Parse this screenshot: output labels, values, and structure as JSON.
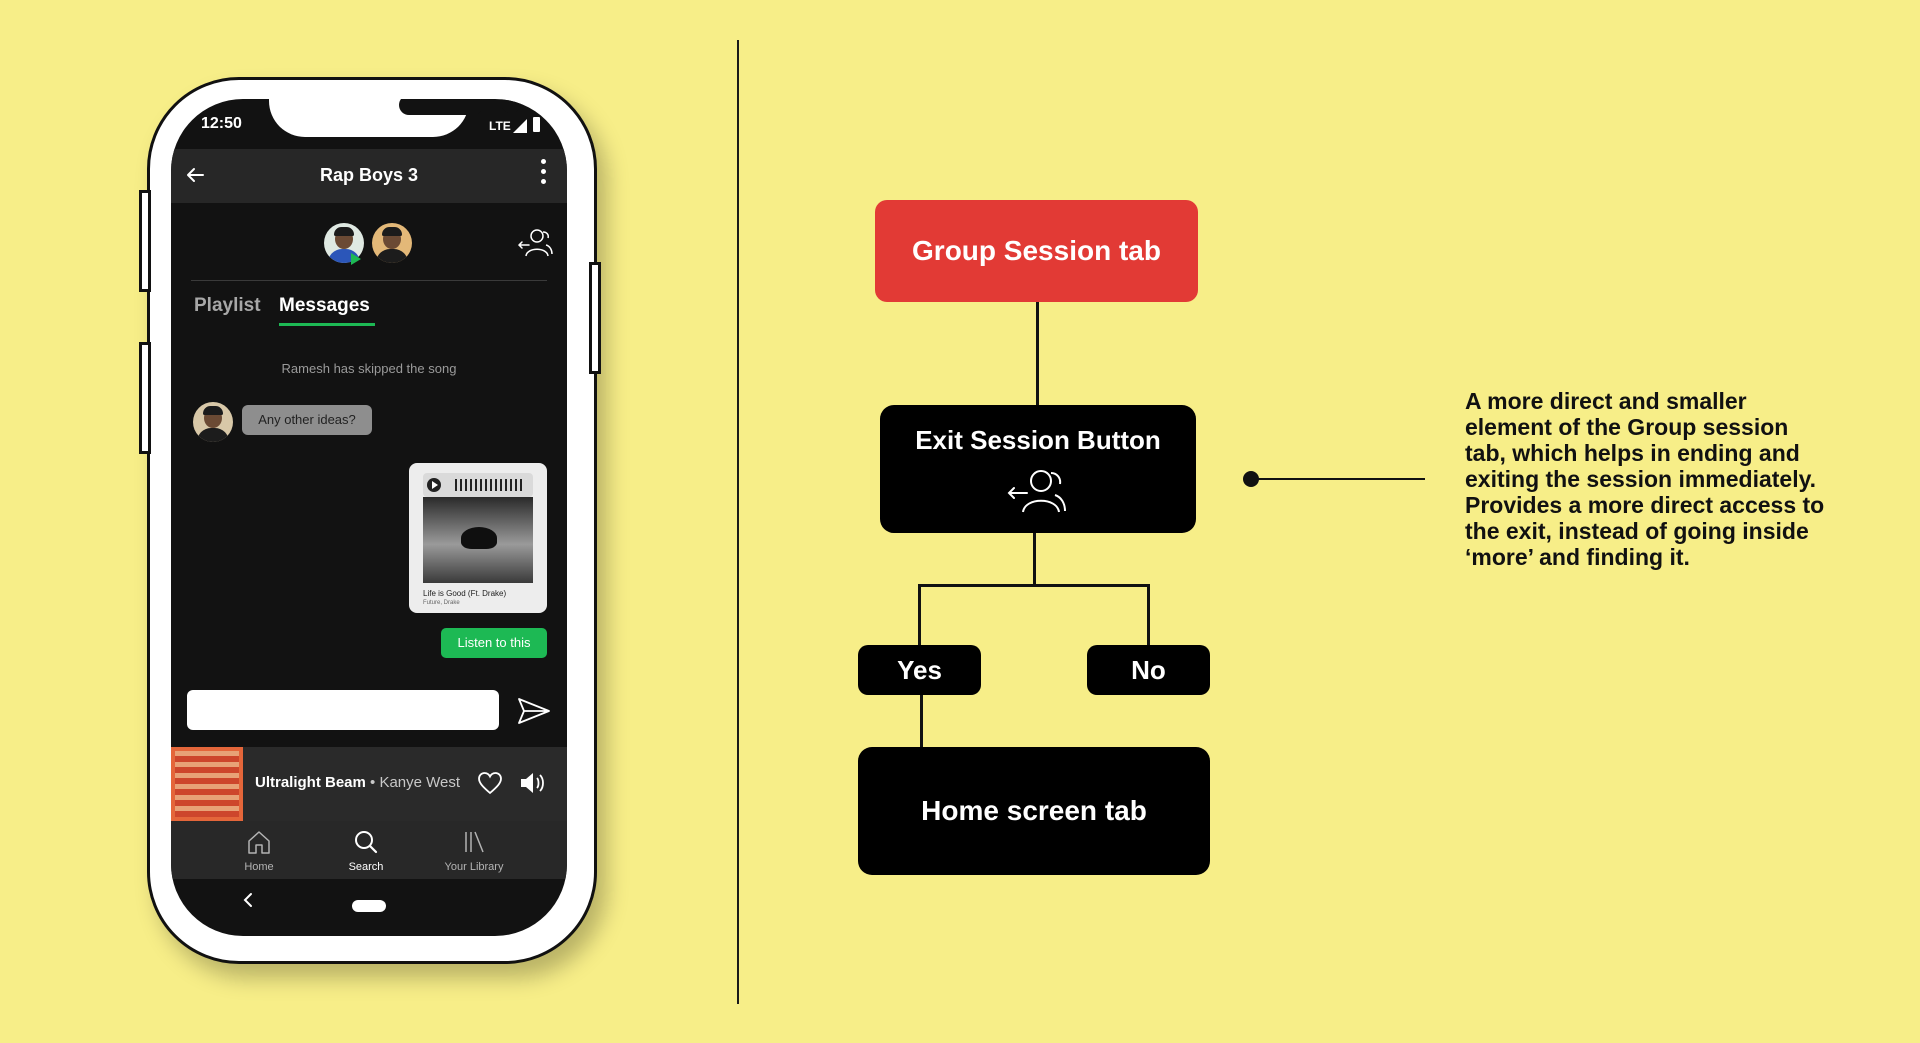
{
  "phone": {
    "status": {
      "time": "12:50",
      "network": "LTE"
    },
    "appbar": {
      "title": "Rap Boys 3",
      "back_icon": "back-arrow-icon",
      "menu_icon": "kebab-menu-icon"
    },
    "tabs": [
      {
        "label": "Playlist",
        "active": false
      },
      {
        "label": "Messages",
        "active": true
      }
    ],
    "messages": {
      "system": "Ramesh has skipped the song",
      "received": "Any other ideas?",
      "shared_song": {
        "title": "Life is Good (Ft. Drake)",
        "artist": "Future, Drake"
      },
      "sent": "Listen to this"
    },
    "composer": {
      "value": "",
      "placeholder": ""
    },
    "now_playing": {
      "track": "Ultralight Beam",
      "separator": " • ",
      "artist": "Kanye West"
    },
    "bottom_nav": [
      {
        "label": "Home",
        "icon": "home-icon",
        "active": false
      },
      {
        "label": "Search",
        "icon": "search-icon",
        "active": true
      },
      {
        "label": "Your Library",
        "icon": "library-icon",
        "active": false
      }
    ],
    "colors": {
      "accent": "#1db954",
      "background": "#121212"
    }
  },
  "flowchart": {
    "nodes": {
      "group_session": "Group Session tab",
      "exit_session": "Exit Session Button",
      "yes": "Yes",
      "no": "No",
      "home_screen": "Home screen tab"
    },
    "colors": {
      "highlight": "#e23a35",
      "node": "#000000",
      "canvas": "#f7ee88"
    }
  },
  "annotation": {
    "lines": [
      "A more direct and smaller",
      "element of the Group session",
      "tab, which helps in ending and",
      "exiting the session immediately.",
      "Provides a more direct access to",
      "the exit, instead of going inside",
      "‘more’ and finding it."
    ]
  }
}
